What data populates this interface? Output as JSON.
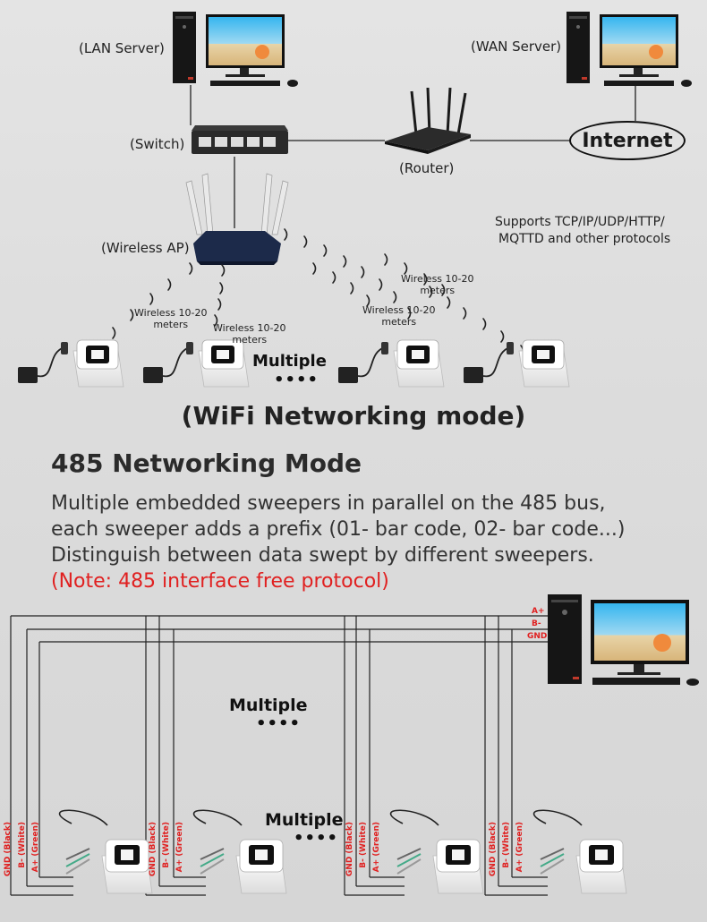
{
  "wifi": {
    "lan_server": "(LAN Server)",
    "wan_server": "(WAN Server)",
    "switch": "(Switch)",
    "router": "(Router)",
    "internet": "Internet",
    "wireless_ap": "(Wireless AP)",
    "protocols_line1": "Supports TCP/IP/UDP/HTTP/",
    "protocols_line2": "MQTTD and other protocols",
    "range_labels": [
      {
        "line1": "Wireless 10-20",
        "line2": "meters"
      },
      {
        "line1": "Wireless 10-20",
        "line2": "meters"
      },
      {
        "line1": "Wireless 10-20",
        "line2": "meters"
      },
      {
        "line1": "Wireless 10-20",
        "line2": "meters"
      }
    ],
    "multiple": "Multiple",
    "dots": "••••",
    "title": "(WiFi Networking mode)"
  },
  "rs485": {
    "title": "485 Networking Mode",
    "desc_line1": "Multiple embedded sweepers in parallel on the 485 bus,",
    "desc_line2": "each sweeper adds a prefix (01- bar code, 02- bar code...)",
    "desc_line3": "Distinguish between data swept by different sweepers.",
    "note": "(Note: 485 interface free protocol)",
    "bus_labels": [
      "A+",
      "B-",
      "GND"
    ],
    "wire_labels": [
      "GND (Black)",
      "B- (White)",
      "A+ (Green)"
    ],
    "multiple_1": "Multiple",
    "dots_1": "••••",
    "multiple_2": "Multiple",
    "dots_2": "••••"
  },
  "colors": {
    "accent_red": "#e02020",
    "text_dark": "#222222"
  }
}
